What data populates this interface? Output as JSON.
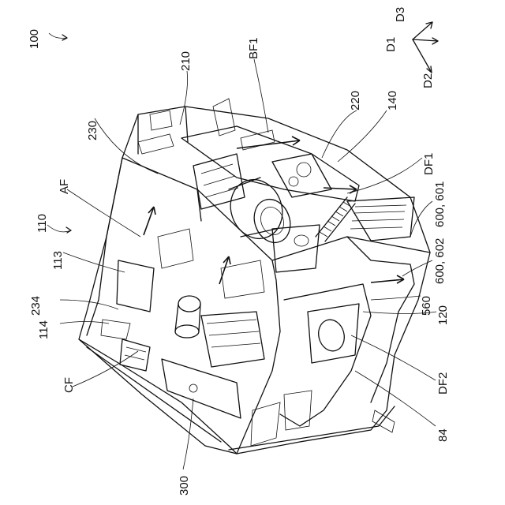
{
  "figure": {
    "labels": {
      "unit": "100",
      "axis_d1": "D1",
      "axis_d2": "D2",
      "axis_d3": "D3",
      "frame_210": "210",
      "flow_bf1": "BF1",
      "part_220": "220",
      "part_140": "140",
      "part_230": "230",
      "flow_df1": "DF1",
      "flow_af": "AF",
      "housing_110": "110",
      "part_113": "113",
      "part_600_601": "600, 601",
      "part_600_602": "600, 602",
      "part_234": "234",
      "part_560": "560",
      "part_114": "114",
      "part_120": "120",
      "flow_cf": "CF",
      "flow_df2": "DF2",
      "part_84": "84",
      "part_300": "300"
    }
  }
}
